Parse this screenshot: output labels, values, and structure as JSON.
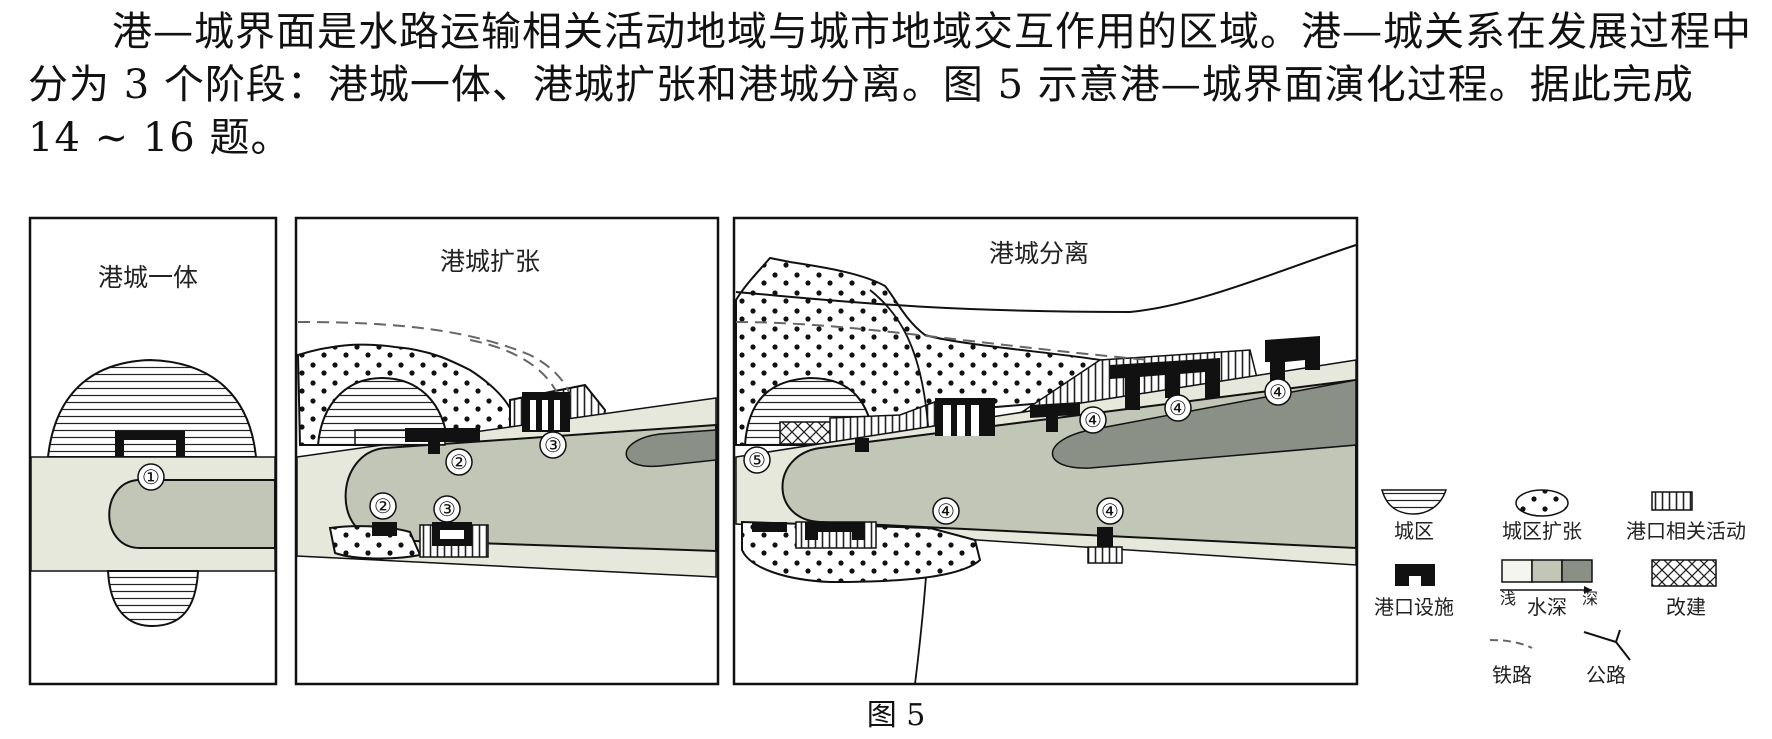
{
  "question": {
    "text": "港—城界面是水路运输相关活动地域与城市地域交互作用的区域。港—城关系在发展过程中分为 3 个阶段：港城一体、港城扩张和港城分离。图 5 示意港—城界面演化过程。据此完成 14 ~ 16 题。"
  },
  "figure": {
    "caption": "图 5",
    "panels": {
      "p1": {
        "title": "港城一体"
      },
      "p2": {
        "title": "港城扩张"
      },
      "p3": {
        "title": "港城分离"
      }
    },
    "markers": {
      "m1": "①",
      "m2": "②",
      "m3": "③",
      "m4": "④",
      "m5": "⑤"
    },
    "legend": {
      "city": "城区",
      "city_expand": "城区扩张",
      "port_activity": "港口相关活动",
      "port_facility": "港口设施",
      "water_depth": "水深",
      "shallow": "浅",
      "deep": "深",
      "rebuild": "改建",
      "railway": "铁路",
      "highway": "公路"
    },
    "colors": {
      "shallow_water": "#e6e8dc",
      "mid_water": "#c2c6b6",
      "deep_water": "#8a9085",
      "line": "#111111"
    }
  }
}
